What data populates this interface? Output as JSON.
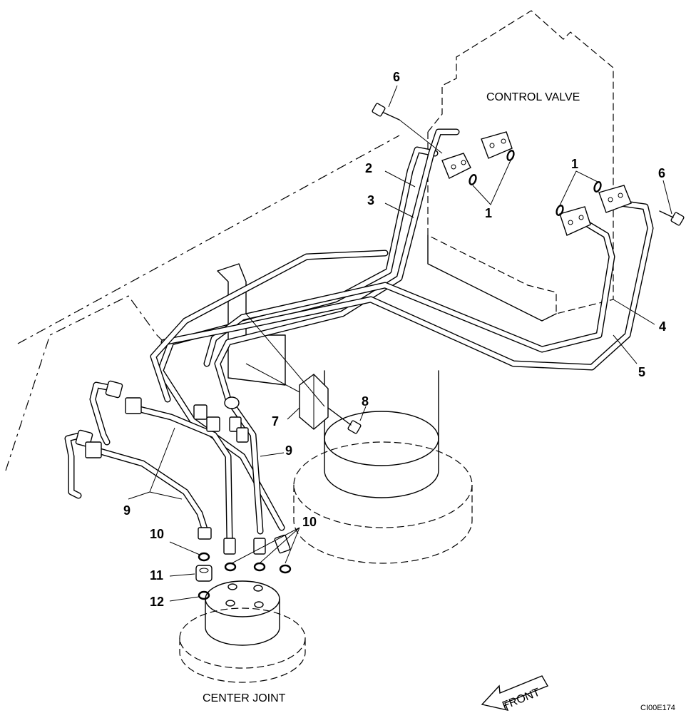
{
  "labels": {
    "control_valve": "CONTROL VALVE",
    "center_joint": "CENTER JOINT",
    "front": "FRONT",
    "drawing_code": "CI00E174"
  },
  "callouts": [
    {
      "id": "c6a",
      "text": "6"
    },
    {
      "id": "c1a",
      "text": "1"
    },
    {
      "id": "c6b",
      "text": "6"
    },
    {
      "id": "c2",
      "text": "2"
    },
    {
      "id": "c3",
      "text": "3"
    },
    {
      "id": "c1b",
      "text": "1"
    },
    {
      "id": "c4",
      "text": "4"
    },
    {
      "id": "c5",
      "text": "5"
    },
    {
      "id": "c8",
      "text": "8"
    },
    {
      "id": "c7",
      "text": "7"
    },
    {
      "id": "c9a",
      "text": "9"
    },
    {
      "id": "c9b",
      "text": "9"
    },
    {
      "id": "c10a",
      "text": "10"
    },
    {
      "id": "c10b",
      "text": "10"
    },
    {
      "id": "c11",
      "text": "11"
    },
    {
      "id": "c12",
      "text": "12"
    }
  ]
}
